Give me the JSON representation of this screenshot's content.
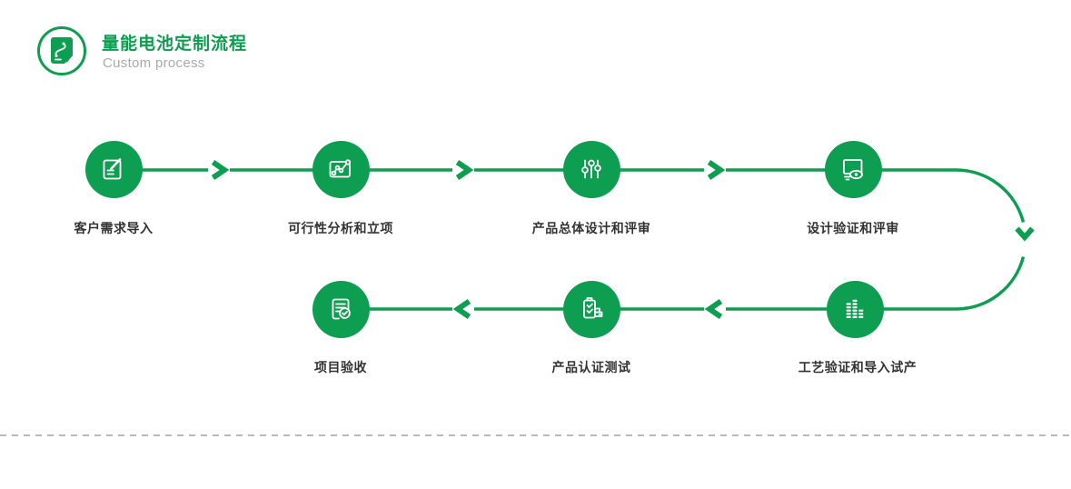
{
  "header": {
    "title": "量能电池定制流程",
    "subtitle": "Custom process",
    "icon": "process-document-badge-icon"
  },
  "colors": {
    "accent_green": "#0e9e51",
    "step_label_text": "#333333",
    "subtitle_text": "#a9a9a9",
    "divider_gray": "#b9b9b9",
    "icon_stroke": "#ffffff"
  },
  "steps": [
    {
      "label": "客户需求导入",
      "icon": "edit-document-icon"
    },
    {
      "label": "可行性分析和立项",
      "icon": "analysis-chart-icon"
    },
    {
      "label": "产品总体设计和评审",
      "icon": "sliders-icon"
    },
    {
      "label": "设计验证和评审",
      "icon": "monitor-eye-icon"
    },
    {
      "label": "工艺验证和导入试产",
      "icon": "equalizer-bars-icon"
    },
    {
      "label": "产品认证测试",
      "icon": "certification-checklist-icon"
    },
    {
      "label": "项目验收",
      "icon": "approved-report-icon"
    }
  ]
}
